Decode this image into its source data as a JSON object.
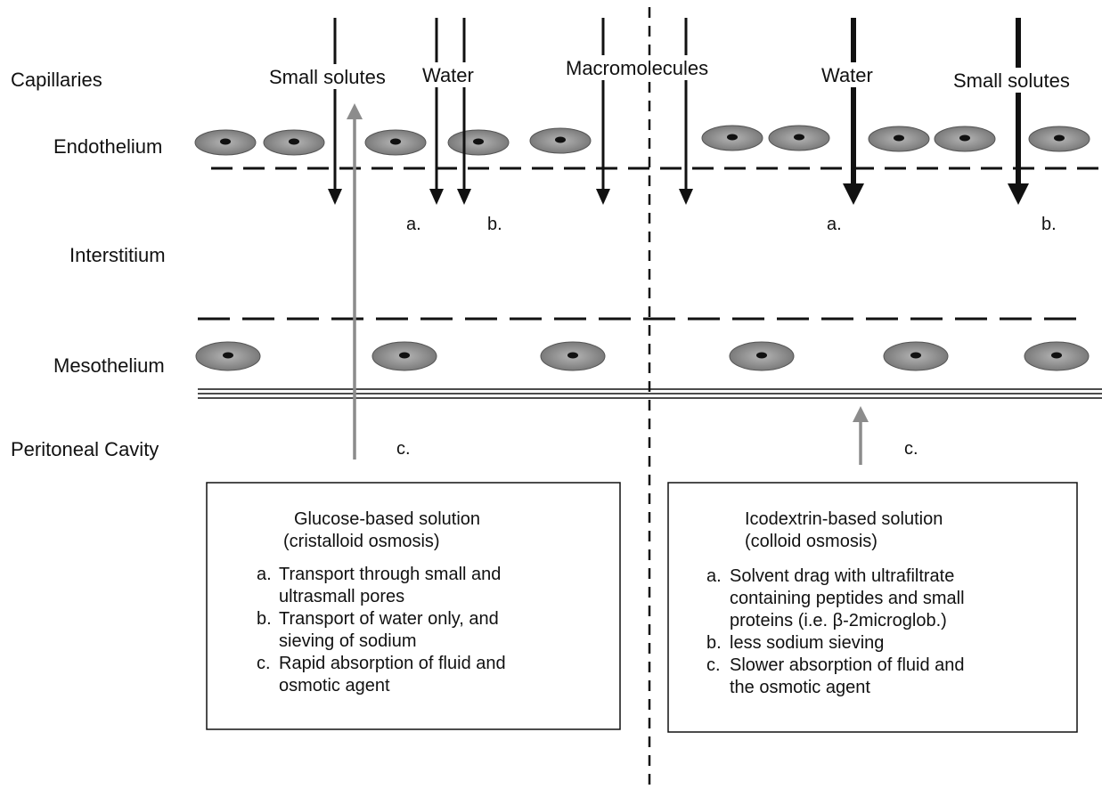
{
  "layers": {
    "capillaries": "Capillaries",
    "endothelium": "Endothelium",
    "interstitium": "Interstitium",
    "mesothelium": "Mesothelium",
    "peritoneal_cavity": "Peritoneal Cavity"
  },
  "flows": {
    "left_small_solutes": "Small solutes",
    "left_water": "Water",
    "macromolecules": "Macromolecules",
    "right_water": "Water",
    "right_small_solutes": "Small solutes"
  },
  "markers": {
    "left_a": "a.",
    "left_b": "b.",
    "left_c": "c.",
    "right_a": "a.",
    "right_b": "b.",
    "right_c": "c."
  },
  "glucose_box": {
    "title_line1": "Glucose-based solution",
    "title_line2": "(cristalloid osmosis)",
    "a_marker": "a.",
    "a_line1": "Transport through small and",
    "a_line2": "ultrasmall pores",
    "b_marker": "b.",
    "b_line1": "Transport of water only, and",
    "b_line2": "sieving of sodium",
    "c_marker": "c.",
    "c_line1": "Rapid absorption of fluid and",
    "c_line2": "osmotic agent"
  },
  "icodextrin_box": {
    "title_line1": "Icodextrin-based solution",
    "title_line2": "(colloid osmosis)",
    "a_marker": "a.",
    "a_line1": "Solvent drag with ultrafiltrate",
    "a_line2": "containing peptides and small",
    "a_line3": "proteins (i.e. β-2microglob.)",
    "b_marker": "b.",
    "b_line1": "less sodium sieving",
    "c_marker": "c.",
    "c_line1": "Slower absorption of fluid and",
    "c_line2": "the osmotic agent"
  },
  "colors": {
    "ink": "#111111",
    "cell_fill": "#8a8a8a",
    "cell_nucleus": "#111111",
    "absorption_arrow": "#8c8c8c"
  }
}
